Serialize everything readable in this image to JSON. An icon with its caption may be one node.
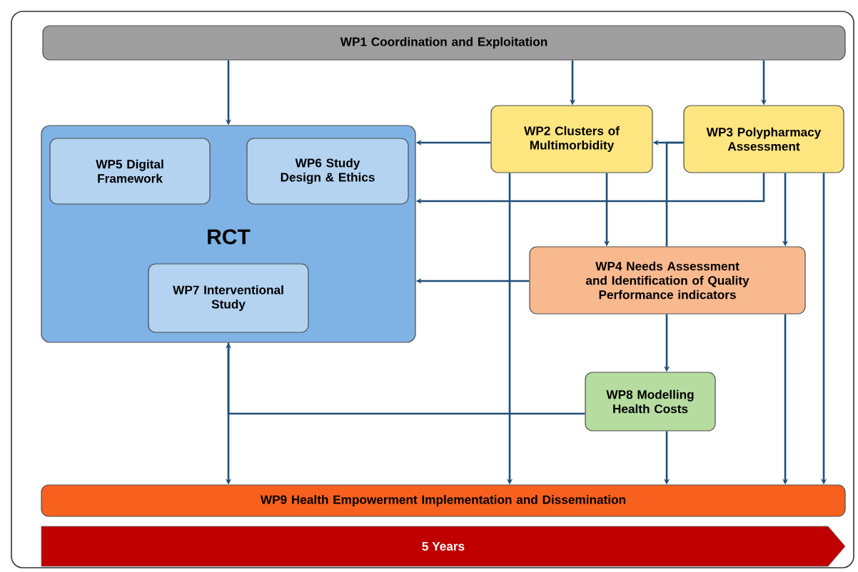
{
  "diagram": {
    "nodes": [
      {
        "text": [
          "WP1 Coordination and Exploitation"
        ]
      },
      {
        "text": [
          "RCT"
        ]
      },
      {
        "text": [
          "WP5 Digital Framework"
        ],
        "in": 1
      },
      {
        "text": [
          "WP6 Study Design & Ethics"
        ],
        "in": 1
      },
      {
        "text": [
          "WP7 Interventional Study"
        ],
        "in": 1
      },
      {
        "text": [
          "WP2 Clusters of Multimorbidity"
        ]
      },
      {
        "text": [
          "WP3 Polypharmacy Assessment"
        ]
      },
      {
        "text": [
          "WP4 Needs Assessment and Identification of Quality Performance indicators"
        ]
      },
      {
        "text": [
          "WP8 Modelling Health Costs"
        ]
      },
      {
        "text": [
          "WP9 Health Empowerment Implementation and Dissemination"
        ]
      },
      {
        "text": [
          "5 Years"
        ]
      }
    ],
    "edges": [
      {
        "from": 0,
        "to": 1,
        "arrow": "to"
      },
      {
        "from": 0,
        "to": 5,
        "arrow": "to"
      },
      {
        "from": 0,
        "to": 6,
        "arrow": "to"
      },
      {
        "from": 5,
        "to": 1,
        "arrow": "to"
      },
      {
        "from": 6,
        "to": 5,
        "arrow": "to"
      },
      {
        "from": 6,
        "to": 1,
        "arrow": "to"
      },
      {
        "from": 5,
        "to": 7,
        "arrow": "to"
      },
      {
        "from": 6,
        "to": 7,
        "arrow": "to"
      },
      {
        "from": 7,
        "to": 1,
        "arrow": "to"
      },
      {
        "from": 5,
        "to": 9,
        "arrow": "to"
      },
      {
        "from": 7,
        "to": 8,
        "arrow": "to"
      },
      {
        "from": 8,
        "to": 9,
        "arrow": "to"
      },
      {
        "from": 7,
        "to": 9,
        "arrow": "to"
      },
      {
        "from": 6,
        "to": 9,
        "arrow": "to"
      },
      {
        "from": 1,
        "to": 9,
        "arrow": "to"
      },
      {
        "from": 8,
        "to": 1,
        "arrow": "to"
      },
      {
        "from": 6,
        "to": 7,
        "arrow": "none"
      }
    ]
  }
}
